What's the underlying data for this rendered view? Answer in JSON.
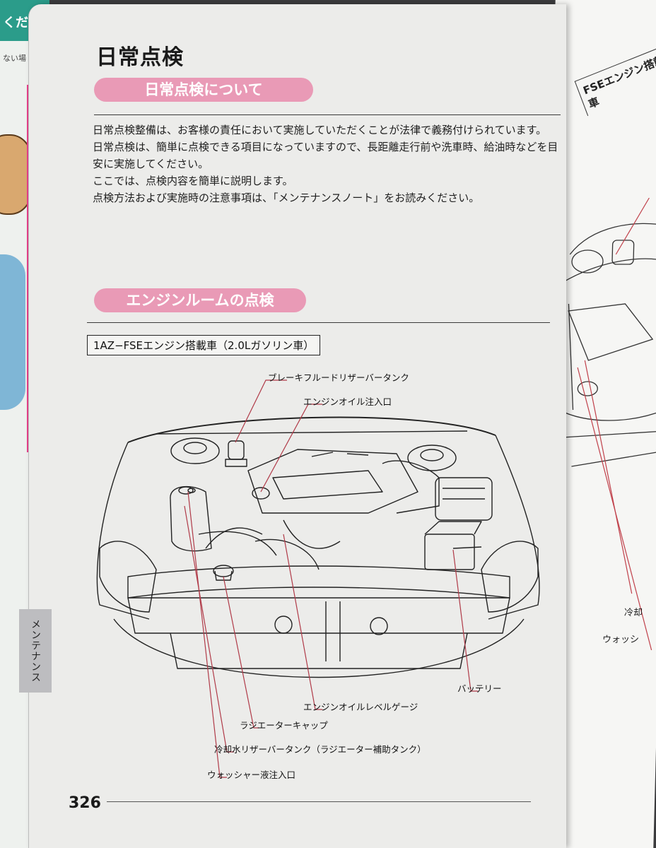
{
  "page": {
    "title": "日常点検",
    "sections": [
      {
        "label": "日常点検について"
      },
      {
        "label": "エンジンルームの点検"
      }
    ],
    "body_paragraphs": [
      "日常点検整備は、お客様の責任において実施していただくことが法律で義務付けられています。",
      "日常点検は、簡単に点検できる項目になっていますので、長距離走行前や洗車時、給油時などを目安に実施してください。",
      "ここでは、点検内容を簡単に説明します。",
      "点検方法および実施時の注意事項は、「メンテナンスノート」をお読みください。"
    ],
    "engine_label": "1AZ−FSEエンジン搭載車（2.0Lガソリン車）",
    "callouts": {
      "brake_reservoir": "ブレーキフルードリザーバータンク",
      "oil_filler": "エンジンオイル注入口",
      "battery": "バッテリー",
      "oil_dipstick": "エンジンオイルレベルゲージ",
      "radiator_cap": "ラジエーターキャップ",
      "coolant_reservoir": "冷却水リザーバータンク（ラジエーター補助タンク）",
      "washer_filler": "ウォッシャー液注入口"
    },
    "side_tab": "メンテナンス",
    "page_number": "326"
  },
  "right_page": {
    "title": "FSEエンジン搭載車",
    "label_coolant": "冷却",
    "label_washer": "ウォッシ"
  },
  "left_page": {
    "header_fragment": "くださ",
    "small_text": "ない場"
  },
  "colors": {
    "section_pill": "#e99ab6",
    "teal": "#2b9c8a",
    "pink": "#e6408a"
  }
}
